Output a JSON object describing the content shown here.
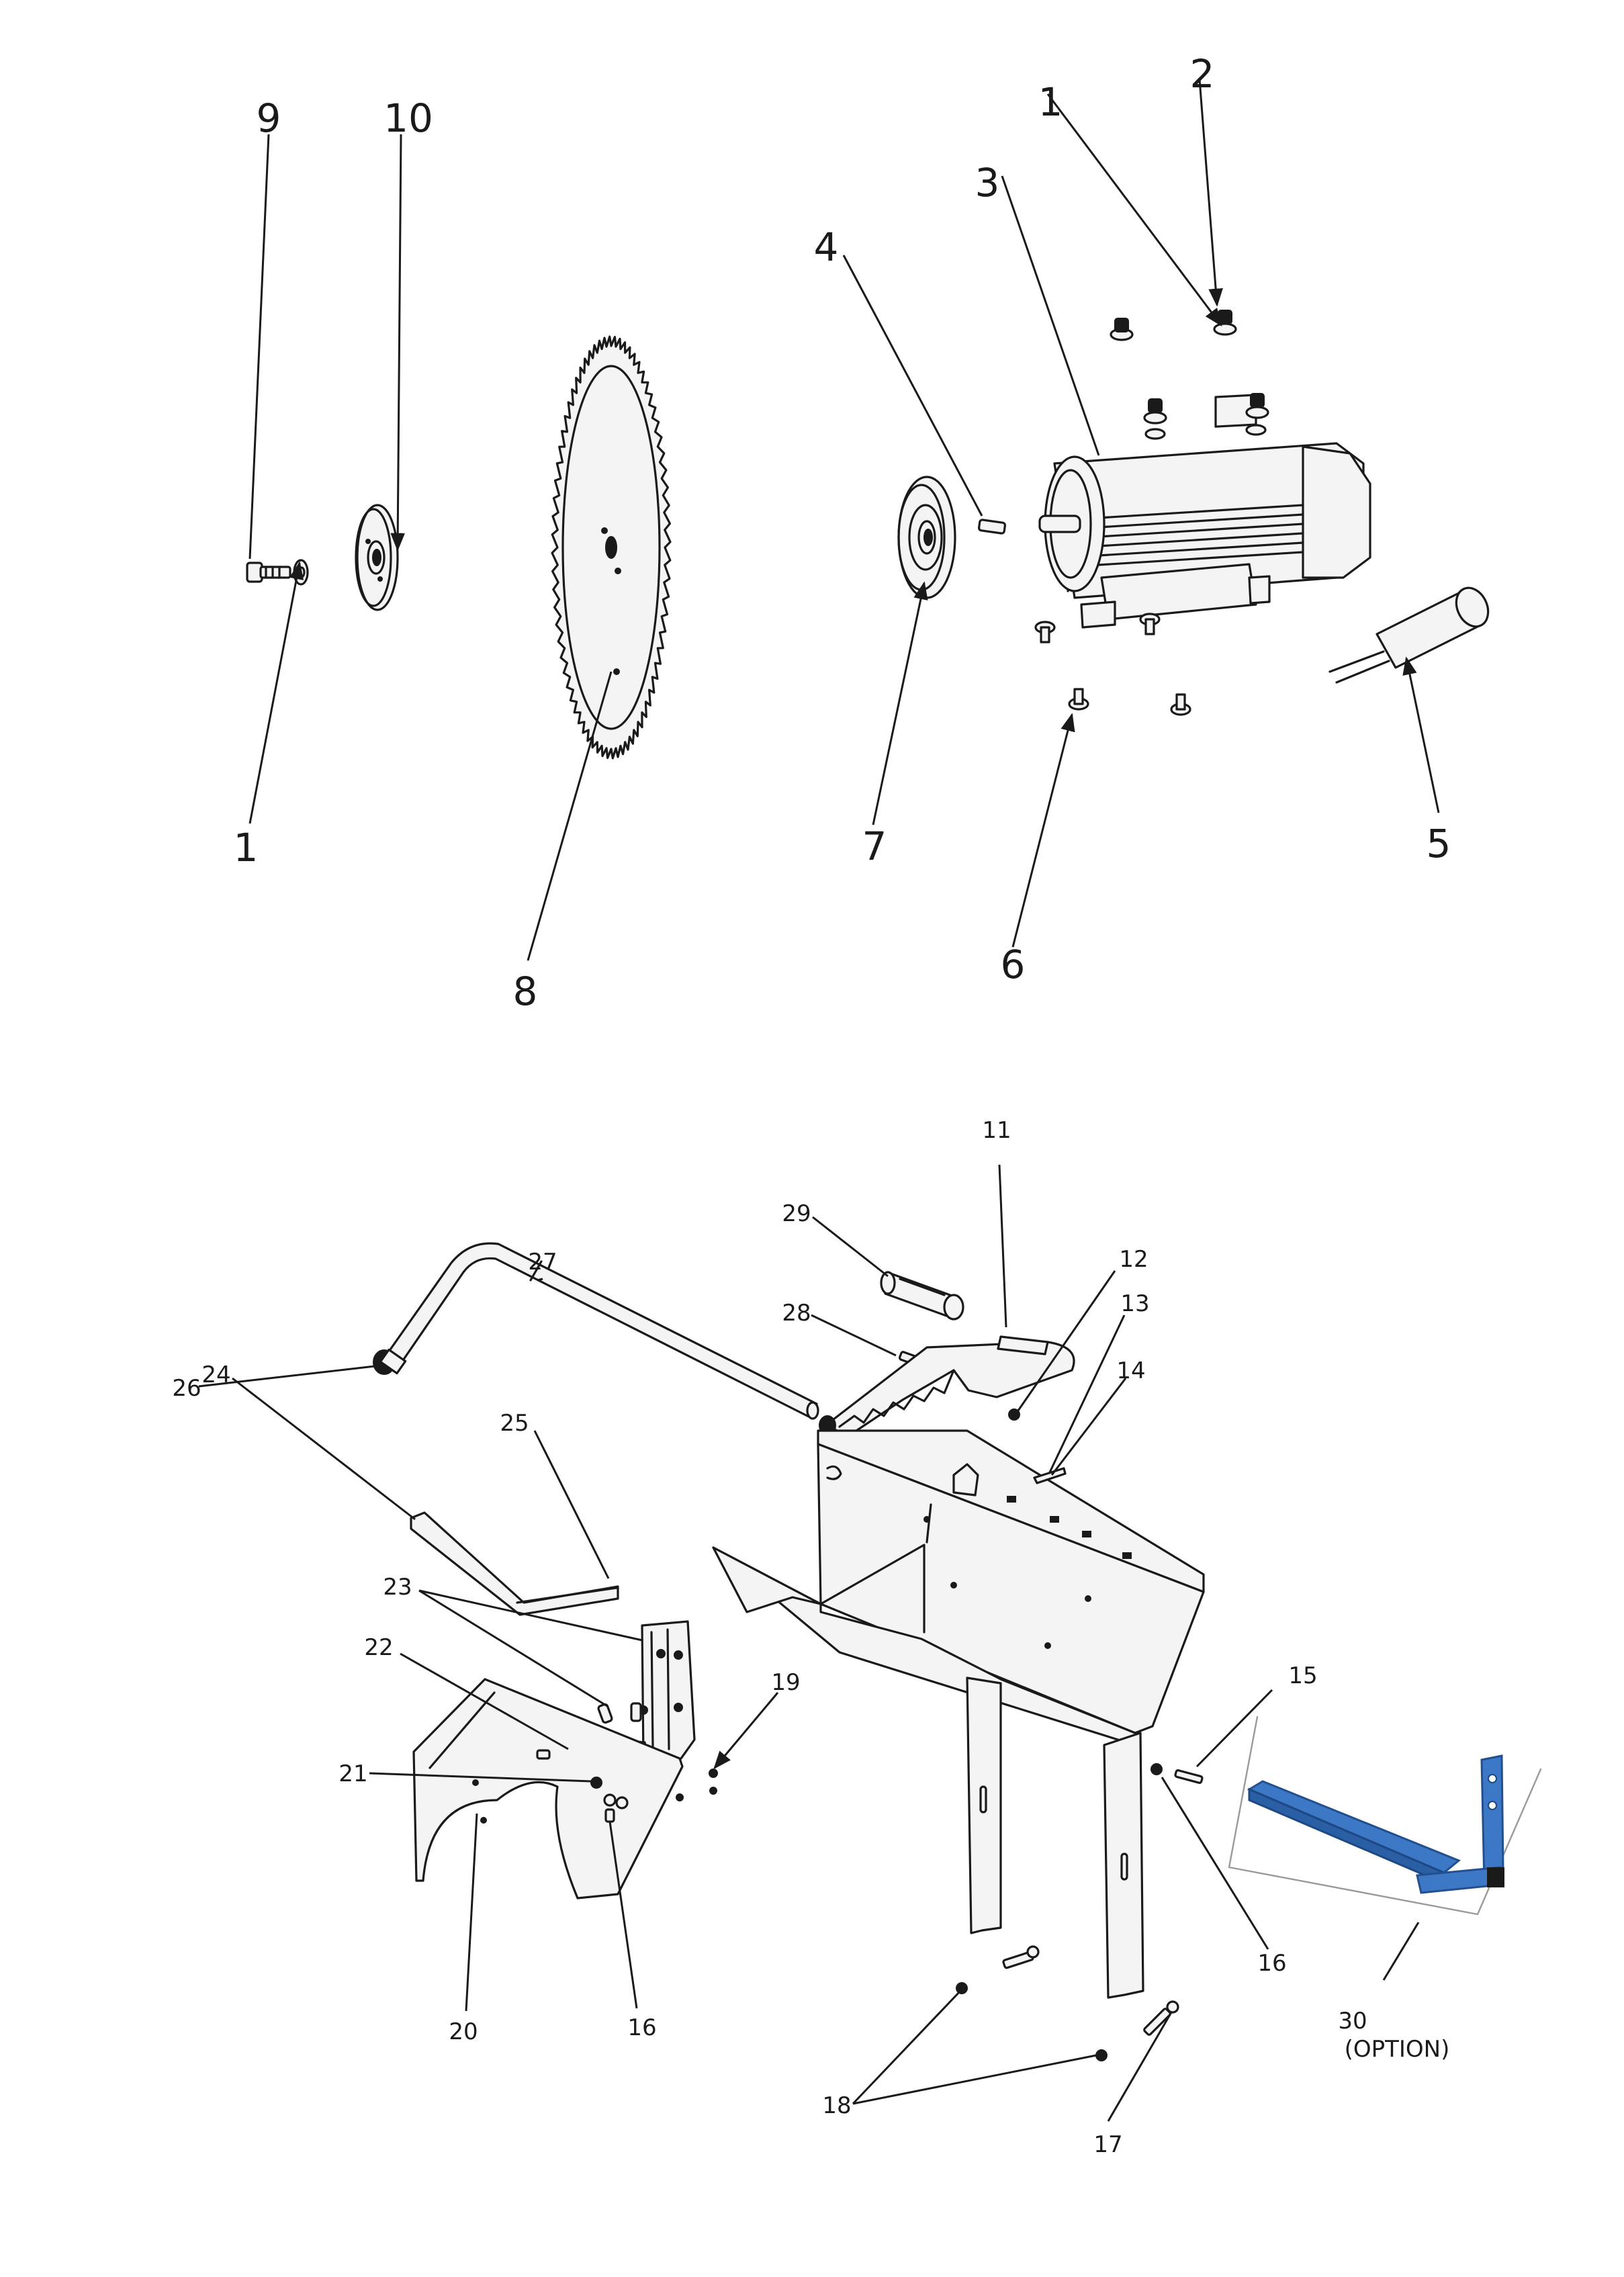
{
  "diagram": {
    "callouts": {
      "c1a": "1",
      "c2": "2",
      "c3": "3",
      "c4": "4",
      "c5": "5",
      "c6": "6",
      "c7": "7",
      "c8": "8",
      "c9": "9",
      "c10": "10",
      "c1b": "1",
      "c11": "11",
      "c12": "12",
      "c13": "13",
      "c14": "14",
      "c15": "15",
      "c16a": "16",
      "c16b": "16",
      "c17": "17",
      "c18": "18",
      "c19": "19",
      "c20": "20",
      "c21": "21",
      "c22": "22",
      "c23": "23",
      "c24": "24",
      "c25": "25",
      "c26": "26",
      "c27": "27",
      "c28": "28",
      "c29": "29",
      "c30": "30",
      "c30_note": "(OPTION)"
    },
    "colors": {
      "line": "#1a1a1a",
      "option_part": "#3d78c6"
    }
  }
}
